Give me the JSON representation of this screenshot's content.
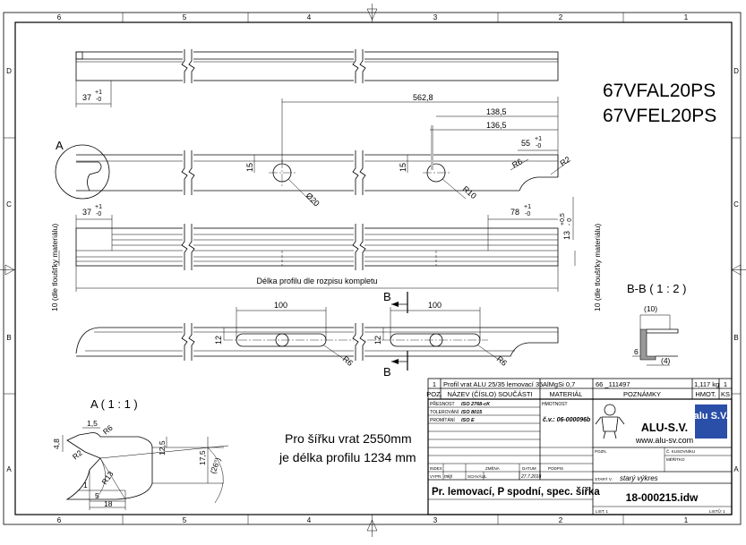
{
  "frame": {
    "columns": [
      "6",
      "5",
      "4",
      "3",
      "2",
      "1"
    ],
    "rows": [
      "D",
      "C",
      "B",
      "A"
    ]
  },
  "codes": [
    "67VFAL20PS",
    "67VFEL20PS"
  ],
  "dims": {
    "d37_top": "37",
    "tol_p1": "+1",
    "tol_m0": "-0",
    "d562": "562,8",
    "d138": "138,5",
    "d136": "136,5",
    "d55": "55",
    "d15a": "15",
    "d15b": "15",
    "r6": "R6",
    "r2": "R2",
    "r10": "R10",
    "d20": "Ø20",
    "d13": "13",
    "tol_p05": "+0,5",
    "tol_m0b": "- 0",
    "d37_mid": "37",
    "d78": "78",
    "d100a": "100",
    "d100b": "100",
    "d12a": "12",
    "d12b": "12",
    "r6b": "R6",
    "r6c": "R6"
  },
  "labels": {
    "view_a": "A",
    "thickness_left": "10 (dle tloušťky materiálu)",
    "thickness_right": "10 (dle tloušťky materiálu)",
    "length_label": "Délka profilu dle rozpisu kompletu",
    "section_b1": "B",
    "section_b2": "B",
    "bb_title": "B-B ( 1 : 2 )",
    "bb_10": "(10)",
    "bb_6": "6",
    "bb_4": "(4)",
    "detail_title": "A ( 1 : 1 )",
    "det_15": "1,5",
    "det_48": "4,8",
    "det_r6": "R6",
    "det_r2": "R2",
    "det_125": "12,5",
    "det_175": "17,5",
    "det_26": "(26°)",
    "det_r13": "R13",
    "det_1": "1",
    "det_5": "5",
    "det_18": "18"
  },
  "note": {
    "line1": "Pro šířku vrat 2550mm",
    "line2": "je délka profilu 1234 mm"
  },
  "bom": {
    "pos": "1",
    "name": "Profil vrat ALU 25/35 lemovací 35",
    "material": "AlMgSi 0,7",
    "notes": "66 _111497",
    "weight": "1,117 kg",
    "qty": "1",
    "h_pos": "POZ.",
    "h_name": "NÁZEV (ČÍSLO) SOUČÁSTI",
    "h_mat": "MATERIÁL",
    "h_notes": "POZNÁMKY",
    "h_weight": "HMOT.",
    "h_qty": "KS"
  },
  "title_block": {
    "presnost_label": "PŘESNOST",
    "presnost_val": "ISO 2768-cK",
    "toleranovani_label": "TOLEROVÁNÍ",
    "toleranovani_val": "ISO 8015",
    "promitani_label": "PROMÍTÁNÍ",
    "promitani_val": "ISO E",
    "hmotnost_label": "HMOTNOST",
    "cv": "č.v.: 06-000096b",
    "company": "ALU-S.V.",
    "web": "www.alu-sv.com",
    "logo_text": "alu S.V.",
    "index_label": "INDEX",
    "zmena_label": "ZMĚNA",
    "datum_label": "DATUM",
    "podpis_label": "PODPIS",
    "vypr_label": "VYPR.",
    "vypr_val": "mkji",
    "schvalil_label": "SCHVÁLIL",
    "date": "27.7.2018",
    "pozn_label": "POZN.",
    "kusovnik_label": "Č. KUSOVNÍKU",
    "meritko_label": "MĚŘÍTKO",
    "stary_label": "STARÝ V.",
    "stary_val": "starý výkres",
    "part_title": "Pr. lemovací, P spodní, spec. šířka",
    "file": "18-000215.idw",
    "list_label": "LIST: 1",
    "listu_label": "LISTŮ: 1"
  }
}
